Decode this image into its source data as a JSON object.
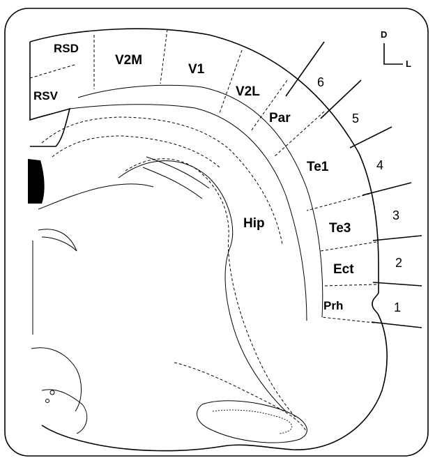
{
  "regions": {
    "rsd": "RSD",
    "rsv": "RSV",
    "v2m": "V2M",
    "v1": "V1",
    "v2l": "V2L",
    "par": "Par",
    "te1": "Te1",
    "te3": "Te3",
    "ect": "Ect",
    "prh": "Prh",
    "hip": "Hip"
  },
  "levels": [
    "6",
    "5",
    "4",
    "3",
    "2",
    "1"
  ],
  "orientation": {
    "dorsal": "D",
    "lateral": "L"
  },
  "colors": {
    "line": "#000000",
    "background": "#ffffff",
    "ventricle": "#000000"
  }
}
